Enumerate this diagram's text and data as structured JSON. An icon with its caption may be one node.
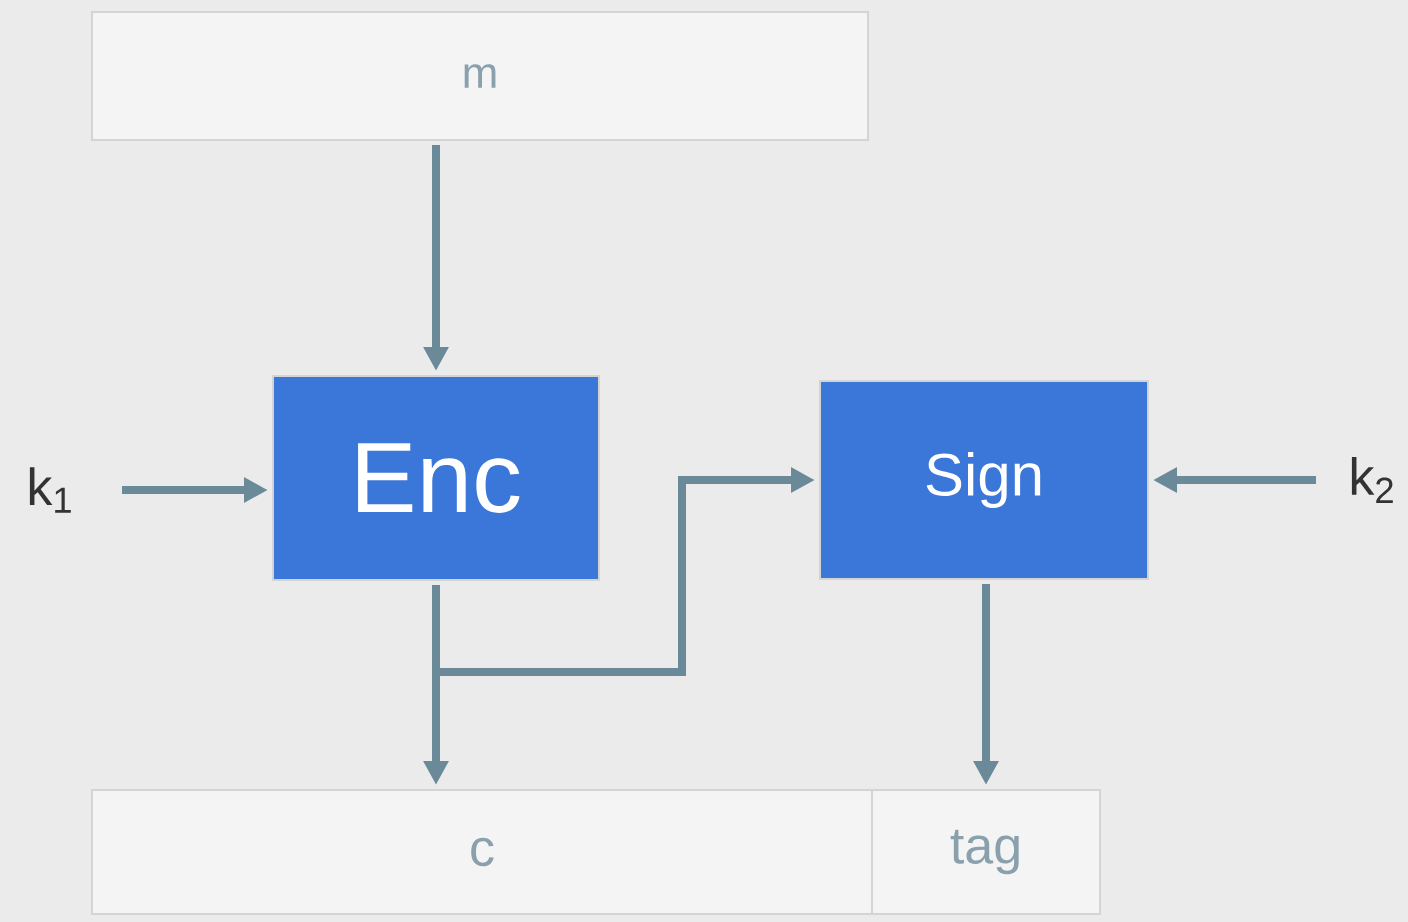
{
  "diagram": {
    "nodes": [
      {
        "text": [
          "m"
        ]
      },
      {
        "text": [
          "Enc"
        ]
      },
      {
        "text": [
          "Sign"
        ]
      },
      {
        "text": [
          "c"
        ]
      },
      {
        "text": [
          "tag"
        ]
      },
      {
        "text": [
          "k$_{1}$"
        ]
      },
      {
        "text": [
          "k$_{2}$"
        ]
      }
    ],
    "edges": [
      {
        "from": 0,
        "to": 1,
        "arrow": "to"
      },
      {
        "from": 5,
        "to": 1,
        "arrow": "to"
      },
      {
        "from": 6,
        "to": 2,
        "arrow": "to"
      },
      {
        "from": 1,
        "to": 3,
        "arrow": "to"
      },
      {
        "from": 1,
        "to": 2,
        "arrow": "to"
      },
      {
        "from": 2,
        "to": 4,
        "arrow": "to"
      }
    ]
  }
}
